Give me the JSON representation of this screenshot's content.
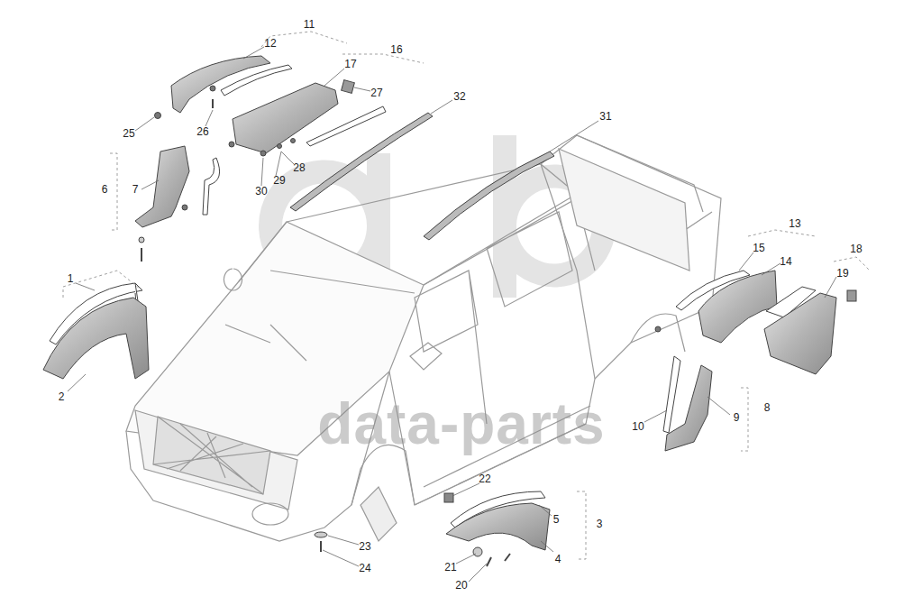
{
  "diagram": {
    "labels": [
      "1",
      "2",
      "3",
      "4",
      "5",
      "6",
      "7",
      "8",
      "9",
      "10",
      "11",
      "12",
      "13",
      "14",
      "15",
      "16",
      "17",
      "18",
      "19",
      "20",
      "21",
      "22",
      "23",
      "24",
      "25",
      "26",
      "27",
      "28",
      "29",
      "30",
      "31",
      "32",
      "data-parts"
    ]
  }
}
